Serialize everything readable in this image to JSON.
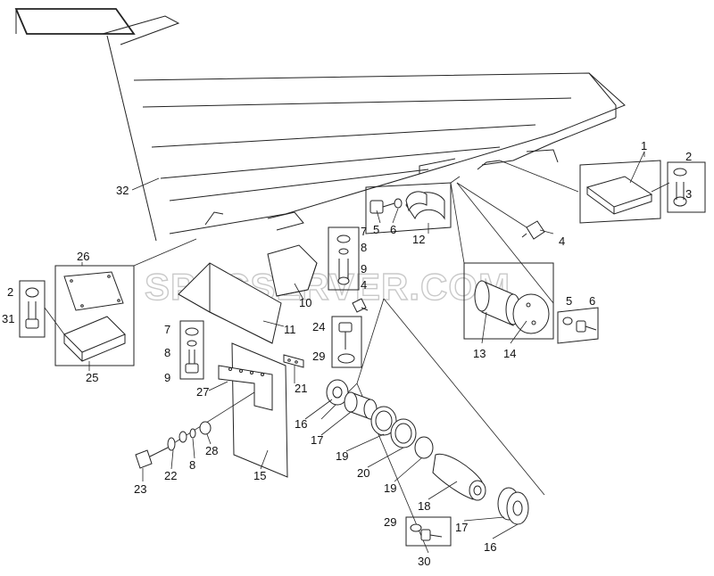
{
  "watermark": "SPECSERVER.COM",
  "callouts": {
    "c1": "1",
    "c2a": "2",
    "c3": "3",
    "c4a": "4",
    "c5a": "5",
    "c6a": "6",
    "c12": "12",
    "c32": "32",
    "c7a": "7",
    "c8a": "8",
    "c9a": "9",
    "c4b": "4",
    "c10": "10",
    "c26": "26",
    "c2b": "2",
    "c31": "31",
    "c25": "25",
    "c7b": "7",
    "c8b": "8",
    "c9b": "9",
    "c11": "11",
    "c24": "24",
    "c29a": "29",
    "c21": "21",
    "c27": "27",
    "c13": "13",
    "c14": "14",
    "c5b": "5",
    "c6b": "6",
    "c16a": "16",
    "c17a": "17",
    "c19a": "19",
    "c20": "20",
    "c19b": "19",
    "c18": "18",
    "c17b": "17",
    "c16b": "16",
    "c29b": "29",
    "c30": "30",
    "c23": "23",
    "c22": "22",
    "c8c": "8",
    "c28": "28",
    "c15": "15"
  }
}
